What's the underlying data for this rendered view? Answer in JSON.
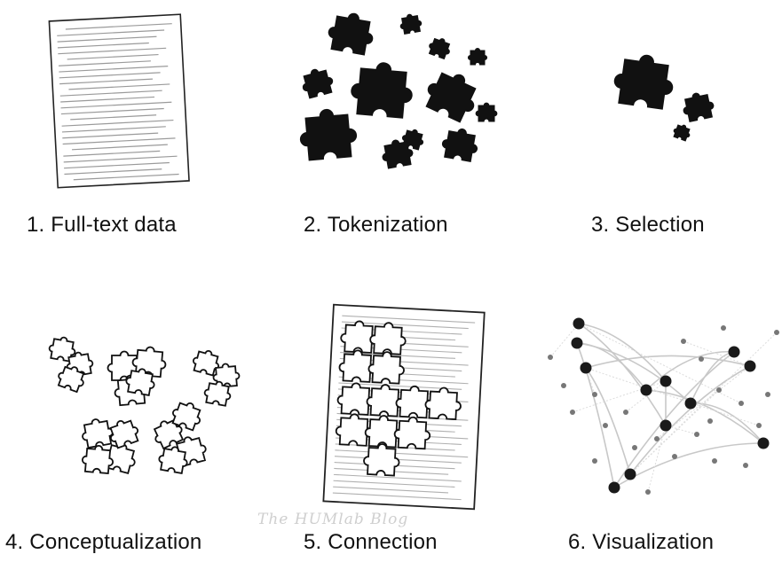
{
  "steps": [
    {
      "label": "1. Full-text data"
    },
    {
      "label": "2. Tokenization"
    },
    {
      "label": "3. Selection"
    },
    {
      "label": "4. Conceptualization"
    },
    {
      "label": "5. Connection"
    },
    {
      "label": "6. Visualization"
    }
  ],
  "watermark": "The HUMlab Blog",
  "colors": {
    "ink": "#111111",
    "node_dark": "#1a1a1a",
    "node_mid": "#666666",
    "edge": "#c8c8c8"
  },
  "icons": [
    "document-icon",
    "puzzle-cluster-icon",
    "puzzle-selection-icon",
    "puzzle-outline-groups-icon",
    "document-with-puzzle-icon",
    "network-graph-icon"
  ]
}
